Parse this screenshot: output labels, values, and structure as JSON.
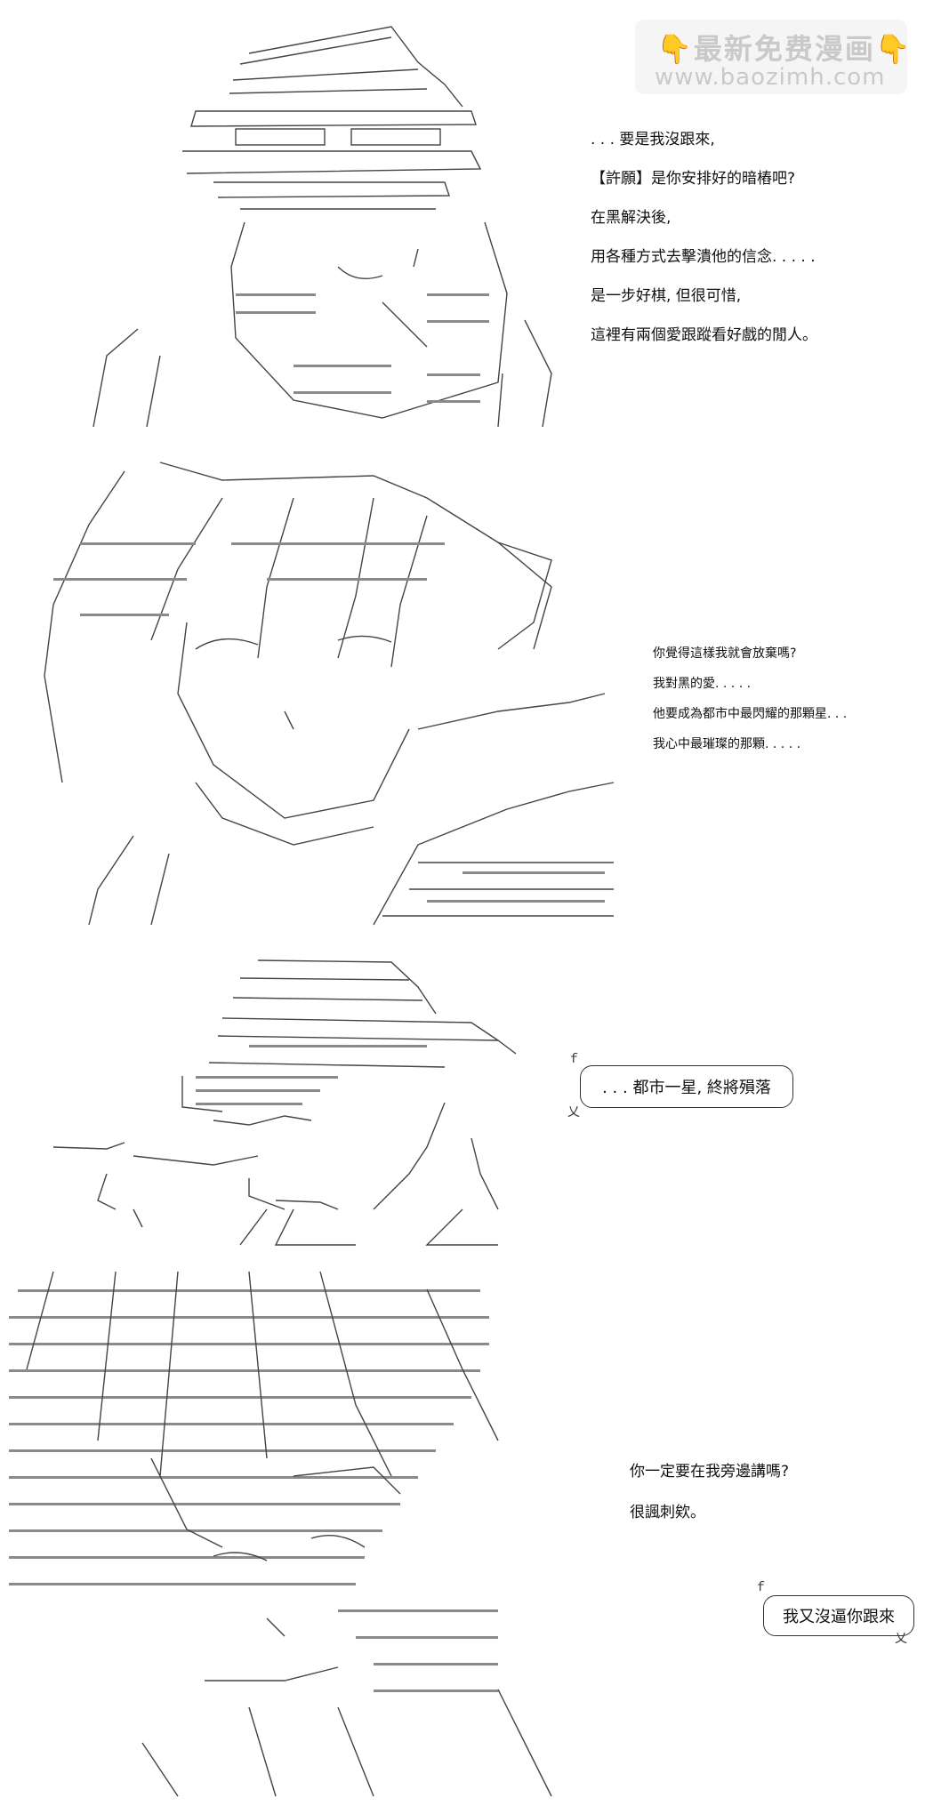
{
  "watermark": {
    "line1": "最新免费漫画",
    "line2": "www.baozimh.com",
    "hand_icon": "👇"
  },
  "panel1": {
    "lines": [
      ". . . 要是我沒跟來,",
      "【許願】是你安排好的暗樁吧?",
      "在黑解決後,",
      "用各種方式去擊潰他的信念. . . . .",
      "是一步好棋, 但很可惜,",
      "這裡有兩個愛跟蹤看好戲的閒人。"
    ]
  },
  "panel2": {
    "lines": [
      "你覺得這樣我就會放棄嗎?",
      "我對黑的愛. . . . .",
      "他要成為都市中最閃耀的那顆星. . .",
      "我心中最璀璨的那顆. . . . ."
    ]
  },
  "panel3": {
    "bubble": ". . . 都市一星, 終將殞落"
  },
  "panel4": {
    "lines": [
      "你一定要在我旁邊講嗎?",
      "很諷刺欸。"
    ],
    "bubble": "我又沒逼你跟來"
  }
}
